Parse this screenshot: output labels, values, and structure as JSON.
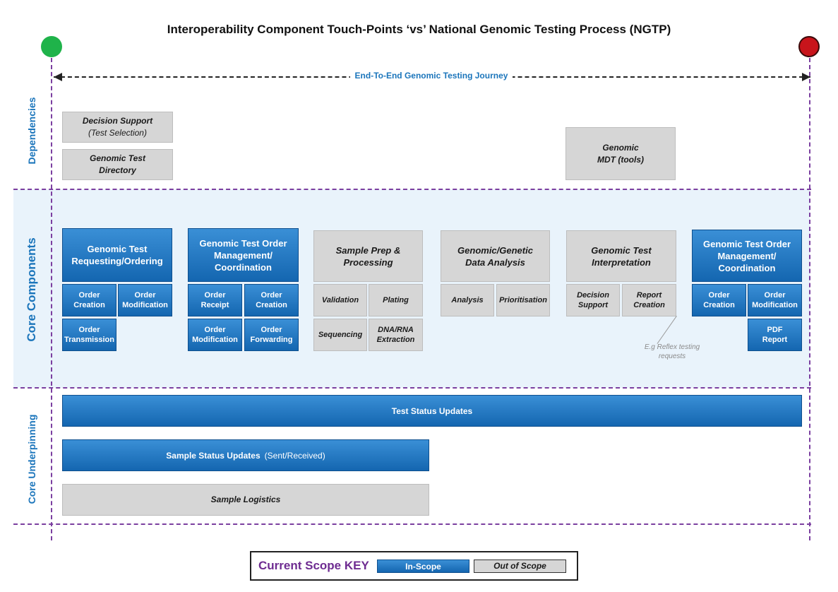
{
  "title": "Interoperability Component Touch-Points  ‘vs’  National Genomic Testing Process (NGTP)",
  "journey_label": "End-To-End Genomic Testing Journey",
  "sections": {
    "dependencies": "Dependencies",
    "core_components": "Core Components",
    "core_underpinning": "Core Underpinning"
  },
  "dependencies": {
    "decision_support": {
      "line1": "Decision Support",
      "line2": "(Test Selection)"
    },
    "test_directory": {
      "line1": "Genomic Test",
      "line2": "Directory"
    },
    "mdt": {
      "line1": "Genomic",
      "line2": "MDT (tools)"
    }
  },
  "components": {
    "requesting": {
      "header": [
        "Genomic Test",
        "Requesting/Ordering"
      ],
      "items": [
        [
          "Order",
          "Creation"
        ],
        [
          "Order",
          "Modification"
        ],
        [
          "Order",
          "Transmission"
        ]
      ]
    },
    "order_mgmt": {
      "header": [
        "Genomic Test Order",
        "Management/",
        "Coordination"
      ],
      "items": [
        [
          "Order",
          "Receipt"
        ],
        [
          "Order",
          "Creation"
        ],
        [
          "Order",
          "Modification"
        ],
        [
          "Order",
          "Forwarding"
        ]
      ]
    },
    "sample_prep": {
      "header": [
        "Sample Prep &",
        "Processing"
      ],
      "items": [
        [
          "Validation"
        ],
        [
          "Plating"
        ],
        [
          "Sequencing"
        ],
        [
          "DNA/RNA",
          "Extraction"
        ]
      ]
    },
    "analysis": {
      "header": [
        "Genomic/Genetic",
        "Data Analysis"
      ],
      "items": [
        [
          "Analysis"
        ],
        [
          "Prioritisation"
        ]
      ]
    },
    "interpretation": {
      "header": [
        "Genomic Test",
        "Interpretation"
      ],
      "items": [
        [
          "Decision",
          "Support"
        ],
        [
          "Report",
          "Creation"
        ]
      ]
    },
    "order_mgmt2": {
      "header": [
        "Genomic Test Order",
        "Management/",
        "Coordination"
      ],
      "items": [
        [
          "Order",
          "Creation"
        ],
        [
          "Order",
          "Modification"
        ],
        [
          "PDF",
          "Report"
        ]
      ]
    }
  },
  "note": [
    "E.g Reflex testing",
    "requests"
  ],
  "underpinning": {
    "test_status": "Test Status Updates",
    "sample_status": "Sample Status Updates",
    "sample_status_suffix": "(Sent/Received)",
    "sample_logistics": "Sample Logistics"
  },
  "key": {
    "title": "Current Scope KEY",
    "in_scope": "In-Scope",
    "out_of_scope": "Out of Scope"
  },
  "colors": {
    "in_scope_blue": "#1b75bb",
    "out_of_scope_grey": "#d6d6d6",
    "dashed_line_purple": "#7b3fa0",
    "start_green": "#1fb34a",
    "end_red": "#c8141b",
    "key_title_purple": "#6e2c91"
  }
}
